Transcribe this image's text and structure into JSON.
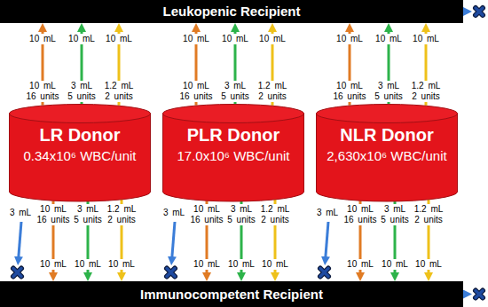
{
  "diagram": {
    "nodes": [
      {
        "text": [
          "Leukopenic Recipient"
        ]
      },
      {
        "text": [
          "LR Donor",
          "0.34x10⁶ WBC/unit"
        ]
      },
      {
        "text": [
          "PLR Donor",
          "17.0x10⁶ WBC/unit"
        ]
      },
      {
        "text": [
          "NLR Donor",
          "2,630x10⁶ WBC/unit"
        ]
      },
      {
        "text": [
          "Immunocompetent Recipient"
        ]
      }
    ],
    "edges": [
      {
        "from": 1,
        "to": 0,
        "arrow": "to",
        "label": "10 mL 16 units"
      },
      {
        "from": 1,
        "to": 0,
        "arrow": "to",
        "label": "3 mL 5 units"
      },
      {
        "from": 1,
        "to": 0,
        "arrow": "to",
        "label": "1.2 mL 2 units"
      },
      {
        "from": 2,
        "to": 0,
        "arrow": "to",
        "label": "10 mL 16 units"
      },
      {
        "from": 2,
        "to": 0,
        "arrow": "to",
        "label": "3 mL 5 units"
      },
      {
        "from": 2,
        "to": 0,
        "arrow": "to",
        "label": "1.2 mL 2 units"
      },
      {
        "from": 3,
        "to": 0,
        "arrow": "to",
        "label": "10 mL 16 units"
      },
      {
        "from": 3,
        "to": 0,
        "arrow": "to",
        "label": "3 mL 5 units"
      },
      {
        "from": 3,
        "to": 0,
        "arrow": "to",
        "label": "1.2 mL 2 units"
      },
      {
        "from": 1,
        "to": 4,
        "arrow": "to",
        "label": "10 mL 16 units"
      },
      {
        "from": 1,
        "to": 4,
        "arrow": "to",
        "label": "3 mL 5 units"
      },
      {
        "from": 1,
        "to": 4,
        "arrow": "to",
        "label": "1.2 mL 2 units"
      },
      {
        "from": 2,
        "to": 4,
        "arrow": "to",
        "label": "10 mL 16 units"
      },
      {
        "from": 2,
        "to": 4,
        "arrow": "to",
        "label": "3 mL 5 units"
      },
      {
        "from": 2,
        "to": 4,
        "arrow": "to",
        "label": "1.2 mL 2 units"
      },
      {
        "from": 3,
        "to": 4,
        "arrow": "to",
        "label": "10 mL 16 units"
      },
      {
        "from": 3,
        "to": 4,
        "arrow": "to",
        "label": "3 mL 5 units"
      },
      {
        "from": 3,
        "to": 4,
        "arrow": "to",
        "label": "1.2 mL 2 units"
      }
    ],
    "labels": [
      "10 mL",
      "10 mL",
      "10 mL",
      "10 mL",
      "10 mL",
      "10 mL",
      "10 mL",
      "10 mL",
      "10 mL",
      "3 mL",
      "10 mL",
      "10 mL",
      "10 mL",
      "3 mL",
      "10 mL",
      "10 mL",
      "10 mL",
      "3 mL",
      "10 mL",
      "10 mL",
      "10 mL"
    ]
  }
}
